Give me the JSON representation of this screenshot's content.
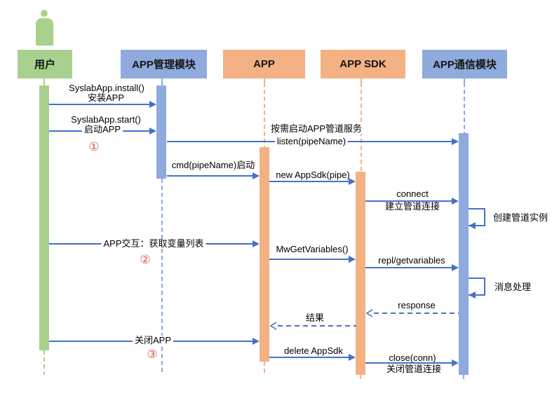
{
  "diagram_type": "UML sequence diagram",
  "colors": {
    "actor_green": "#A9D18E",
    "actor_blue": "#8FAADC",
    "actor_orange": "#F4B183",
    "arrow_blue": "#4472C4",
    "step_badge_red": "#CB5B4D"
  },
  "actors": {
    "user": {
      "label": "用户"
    },
    "mgmt": {
      "label": "APP管理模块"
    },
    "app": {
      "label": "APP"
    },
    "sdk": {
      "label": "APP SDK"
    },
    "comm": {
      "label": "APP通信模块"
    }
  },
  "messages": {
    "install": {
      "line1": "SyslabApp.install()",
      "line2": "安装APP"
    },
    "start": {
      "line1": "SyslabApp.start()",
      "line2": "启动APP",
      "step": "①"
    },
    "listen": {
      "line1": "按需启动APP管道服务",
      "line2": "listen(pipeName)"
    },
    "cmd": {
      "label": "cmd(pipeName)启动"
    },
    "new_appsdk": {
      "label": "new AppSdk(pipe)"
    },
    "connect": {
      "line1": "connect",
      "line2": "建立管道连接"
    },
    "create_pipe": {
      "label": "创建管道实例"
    },
    "app_interact": {
      "label": "APP交互：获取变量列表",
      "step": "②"
    },
    "get_variables": {
      "label": "MwGetVariables()"
    },
    "repl": {
      "label": "repl/getvariables"
    },
    "msg_handle": {
      "label": "消息处理"
    },
    "response": {
      "label": "response"
    },
    "result": {
      "label": "结果"
    },
    "close_app": {
      "label": "关闭APP",
      "step": "③"
    },
    "delete_appsdk": {
      "label": "delete AppSdk"
    },
    "close_conn": {
      "line1": "close(conn)",
      "line2": "关闭管道连接"
    }
  }
}
